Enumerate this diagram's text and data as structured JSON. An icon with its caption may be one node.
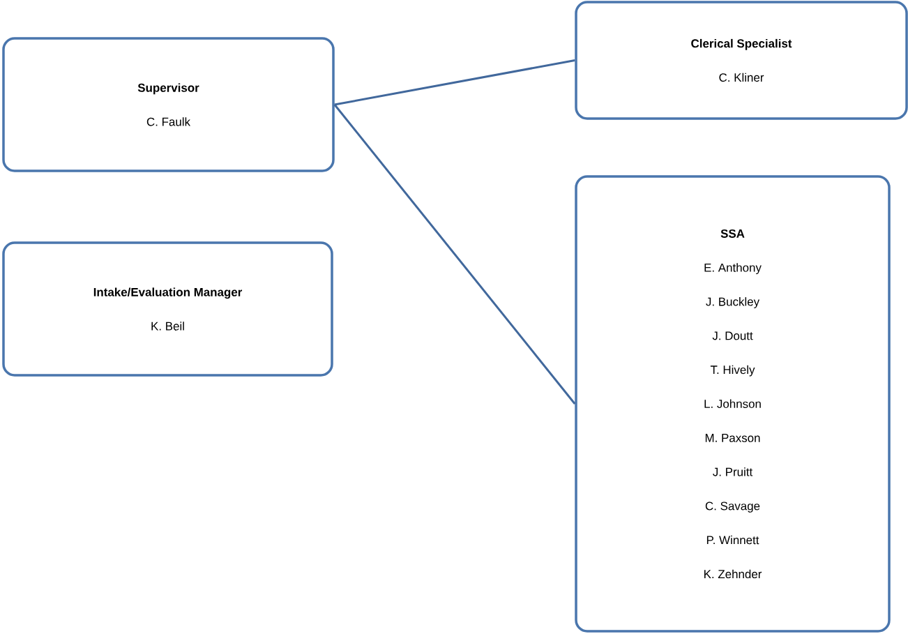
{
  "diagram": {
    "nodes": [
      {
        "text": [
          "Supervisor",
          "C. Faulk"
        ]
      },
      {
        "text": [
          "Clerical Specialist",
          "C. Kliner"
        ]
      },
      {
        "text": [
          "Intake/Evaluation Manager",
          "K. Beil"
        ]
      },
      {
        "text": [
          "SSA",
          "E. Anthony",
          "J. Buckley",
          "J. Doutt",
          "T. Hively",
          "L. Johnson",
          "M. Paxson",
          "J. Pruitt",
          "C. Savage",
          "P. Winnett",
          "K. Zehnder"
        ]
      }
    ],
    "edges": [
      {
        "from": 0,
        "to": 1,
        "arrow": "none"
      },
      {
        "from": 0,
        "to": 3,
        "arrow": "none"
      }
    ]
  }
}
